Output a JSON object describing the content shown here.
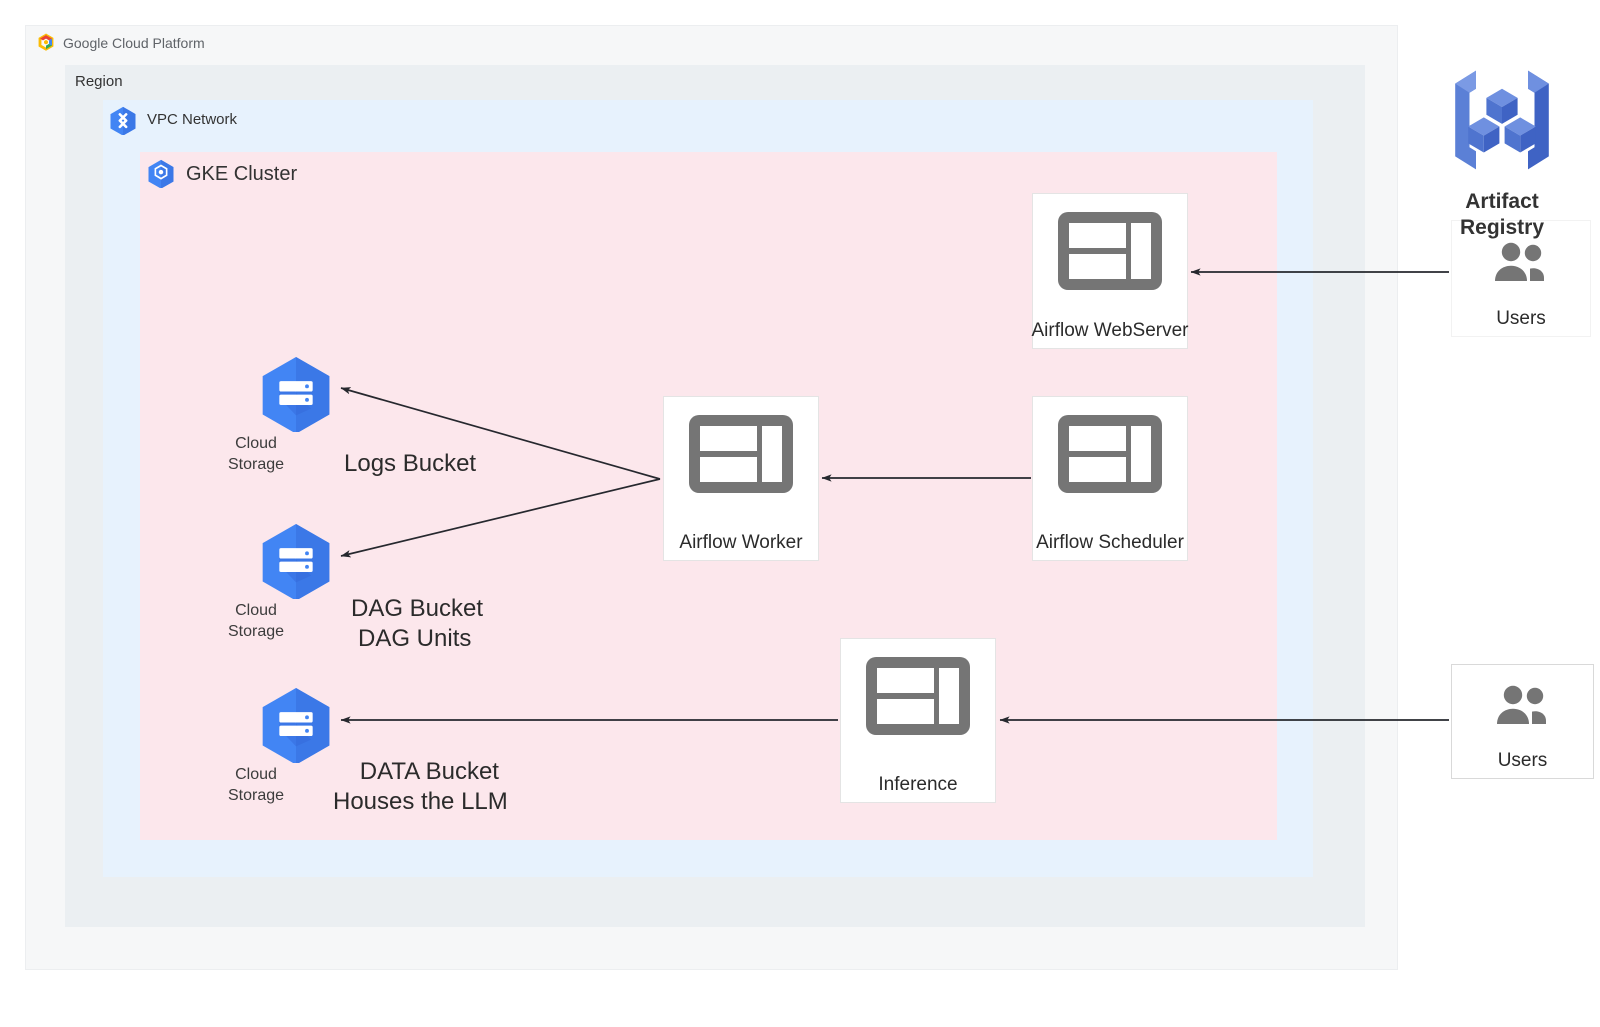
{
  "brand": {
    "logo_icon": "google-cloud-logo-icon",
    "name_bold": "Google",
    "name_rest": " Cloud Platform"
  },
  "zones": [
    {
      "id": "region",
      "label": "Region",
      "color": "#ebeff2"
    },
    {
      "id": "vpc",
      "label": "VPC Network",
      "color": "#e7f2fd",
      "icon": "vpc-network-hex-icon"
    },
    {
      "id": "gke",
      "label": "GKE Cluster",
      "color": "#fce7ec",
      "icon": "gke-cluster-hex-icon"
    }
  ],
  "nodes": {
    "airflow_webserver": {
      "label": "Airflow WebServer",
      "icon": "app-window-icon"
    },
    "airflow_worker": {
      "label": "Airflow Worker",
      "icon": "app-window-icon"
    },
    "airflow_scheduler": {
      "label": "Airflow Scheduler",
      "icon": "app-window-icon"
    },
    "inference": {
      "label": "Inference",
      "icon": "app-window-icon"
    },
    "users_top": {
      "label": "Users",
      "icon": "users-group-icon"
    },
    "users_bottom": {
      "label": "Users",
      "icon": "users-group-icon"
    }
  },
  "buckets": [
    {
      "id": "logs",
      "service_line1": "Cloud",
      "service_line2": "Storage",
      "icon": "cloud-storage-hex-icon",
      "annotation": [
        "Logs Bucket"
      ]
    },
    {
      "id": "dag",
      "service_line1": "Cloud",
      "service_line2": "Storage",
      "icon": "cloud-storage-hex-icon",
      "annotation": [
        "DAG Bucket",
        "DAG Units"
      ]
    },
    {
      "id": "data",
      "service_line1": "Cloud",
      "service_line2": "Storage",
      "icon": "cloud-storage-hex-icon",
      "annotation": [
        "DATA Bucket",
        "Houses the LLM"
      ]
    }
  ],
  "artifact_registry": {
    "icon": "artifact-registry-icon",
    "label_line1": "Artifact",
    "label_line2": "Registry"
  },
  "connections": [
    {
      "from": "users_top",
      "to": "airflow_webserver",
      "style": "arrow"
    },
    {
      "from": "airflow_scheduler",
      "to": "airflow_worker",
      "style": "arrow"
    },
    {
      "from": "airflow_worker",
      "to": "logs_bucket",
      "style": "arrow"
    },
    {
      "from": "airflow_worker",
      "to": "dag_bucket",
      "style": "arrow"
    },
    {
      "from": "users_bottom",
      "to": "inference",
      "style": "arrow"
    },
    {
      "from": "inference",
      "to": "data_bucket",
      "style": "arrow"
    }
  ],
  "colors": {
    "google_blue": "#4285f4",
    "google_blue_dark": "#1a73e8",
    "glyph_gray": "#757575",
    "connector": "#26282e",
    "region_bg": "#ebeff2",
    "vpc_bg": "#e7f2fd",
    "gke_bg": "#fce7ec",
    "artifact_blue": "#4169c9"
  }
}
